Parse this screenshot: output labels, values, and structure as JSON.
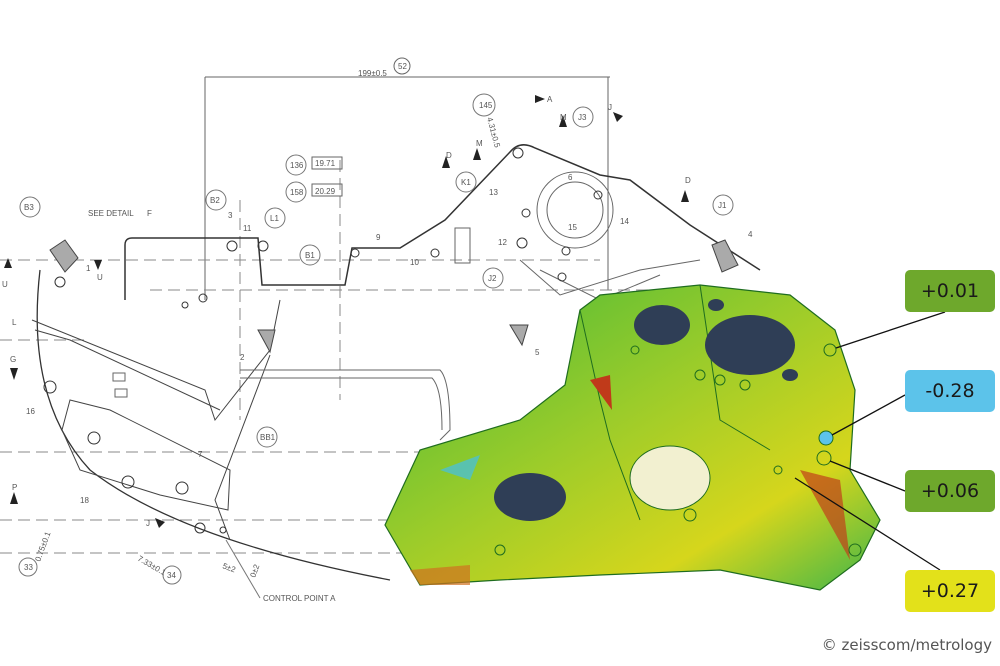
{
  "drawing": {
    "labels": {
      "dim_top": "199±0.5",
      "dim_top_ref": "52",
      "ref_136": "136",
      "val_136": "19.71",
      "ref_158": "158",
      "val_158": "20.29",
      "ref_145": "145",
      "val_145": "4.31±0.5",
      "see_detail": "SEE DETAIL",
      "detail_f": "F",
      "b3": "B3",
      "b2": "B2",
      "l1": "L1",
      "b1": "B1",
      "k1": "K1",
      "j2": "J2",
      "j3": "J3",
      "j1": "J1",
      "bb1": "BB1",
      "n1": "1",
      "n2": "2",
      "n3": "3",
      "n4": "4",
      "n5": "5",
      "n6": "6",
      "n7": "7",
      "n9": "9",
      "n10": "10",
      "n11": "11",
      "n12": "12",
      "n13": "13",
      "n14": "14",
      "n15": "15",
      "n16": "16",
      "n18": "18",
      "sec_u": "U",
      "sec_l": "L",
      "sec_g": "G",
      "sec_p": "P",
      "sec_d": "D",
      "sec_m": "M",
      "sec_a": "A",
      "sec_j": "J",
      "dim_33": "33",
      "val_33": "0.75±0.1",
      "dim_34": "34",
      "val_34": "7.33±0.1",
      "val_5": "5±2",
      "val_0": "0±2",
      "control_point": "CONTROL POINT A"
    }
  },
  "deviations": [
    {
      "value": "+0.01",
      "color": "#6ea82c"
    },
    {
      "value": "-0.28",
      "color": "#5cc3ea"
    },
    {
      "value": "+0.06",
      "color": "#6ea82c"
    },
    {
      "value": "+0.27",
      "color": "#e3e11a"
    }
  ],
  "credit": "© zeisscom/metrology"
}
